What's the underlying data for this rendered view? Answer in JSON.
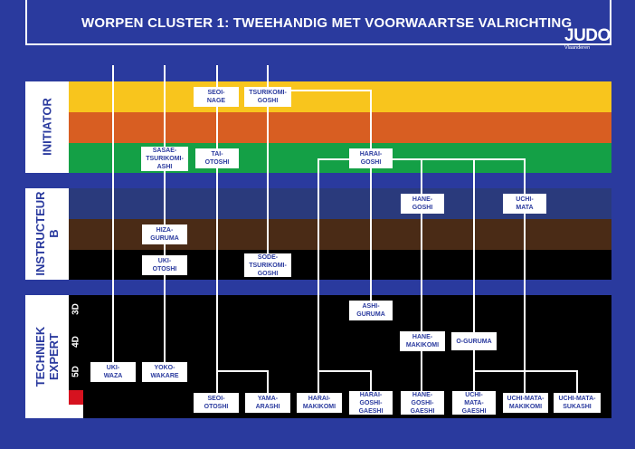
{
  "title": "WORPEN CLUSTER 1: TWEEHANDIG MET VOORWAARTSE VALRICHTING",
  "logo": {
    "word": "JUDO",
    "sub": "Vlaanderen"
  },
  "sections": {
    "initiator": "INITIATOR",
    "instructeur": "INSTRUCTEUR B",
    "techniek": "TECHNIEK EXPERT"
  },
  "dan_levels": [
    "3D",
    "4D",
    "5D"
  ],
  "colors": {
    "background": "#2a3a9e",
    "yellow": "#f8c51d",
    "orange": "#d85e22",
    "green": "#14a046",
    "blue": "#2a3a7c",
    "brown": "#4a2b16",
    "black": "#000000",
    "red": "#d6121f"
  },
  "techniques": {
    "seoi_nage": [
      "SEOI-",
      "NAGE"
    ],
    "tsurikomi_goshi": [
      "TSURIKOMI-",
      "GOSHI"
    ],
    "sasae_tsurikomi_ashi": [
      "SASAE-",
      "TSURIKOMI-",
      "ASHI"
    ],
    "tai_otoshi": [
      "TAI-",
      "OTOSHI"
    ],
    "harai_goshi": [
      "HARAI-",
      "GOSHI"
    ],
    "hane_goshi": [
      "HANE-",
      "GOSHI"
    ],
    "uchi_mata": [
      "UCHI-",
      "MATA"
    ],
    "hiza_guruma": [
      "HIZA-",
      "GURUMA"
    ],
    "uki_otoshi": [
      "UKI-",
      "OTOSHI"
    ],
    "sode_tsurikomi_goshi": [
      "SODE-",
      "TSURIKOMI-",
      "GOSHI"
    ],
    "ashi_guruma": [
      "ASHI-",
      "GURUMA"
    ],
    "hane_makikomi": [
      "HANE-",
      "MAKIKOMI"
    ],
    "o_guruma": [
      "O-GURUMA"
    ],
    "uki_waza": [
      "UKI-",
      "WAZA"
    ],
    "yoko_wakare": [
      "YOKO-",
      "WAKARE"
    ],
    "seoi_otoshi": [
      "SEOI-",
      "OTOSHI"
    ],
    "yama_arashi": [
      "YAMA-",
      "ARASHI"
    ],
    "harai_makikomi": [
      "HARAI-",
      "MAKIKOMI"
    ],
    "harai_goshi_gaeshi": [
      "HARAI-",
      "GOSHI-",
      "GAESHI"
    ],
    "hane_goshi_gaeshi": [
      "HANE-",
      "GOSHI-",
      "GAESHI"
    ],
    "uchi_mata_gaeshi": [
      "UCHI-",
      "MATA-",
      "GAESHI"
    ],
    "uchi_mata_makikomi": [
      "UCHI-MATA-",
      "MAKIKOMI"
    ],
    "uchi_mata_sukashi": [
      "UCHI-MATA-",
      "SUKASHI"
    ]
  }
}
